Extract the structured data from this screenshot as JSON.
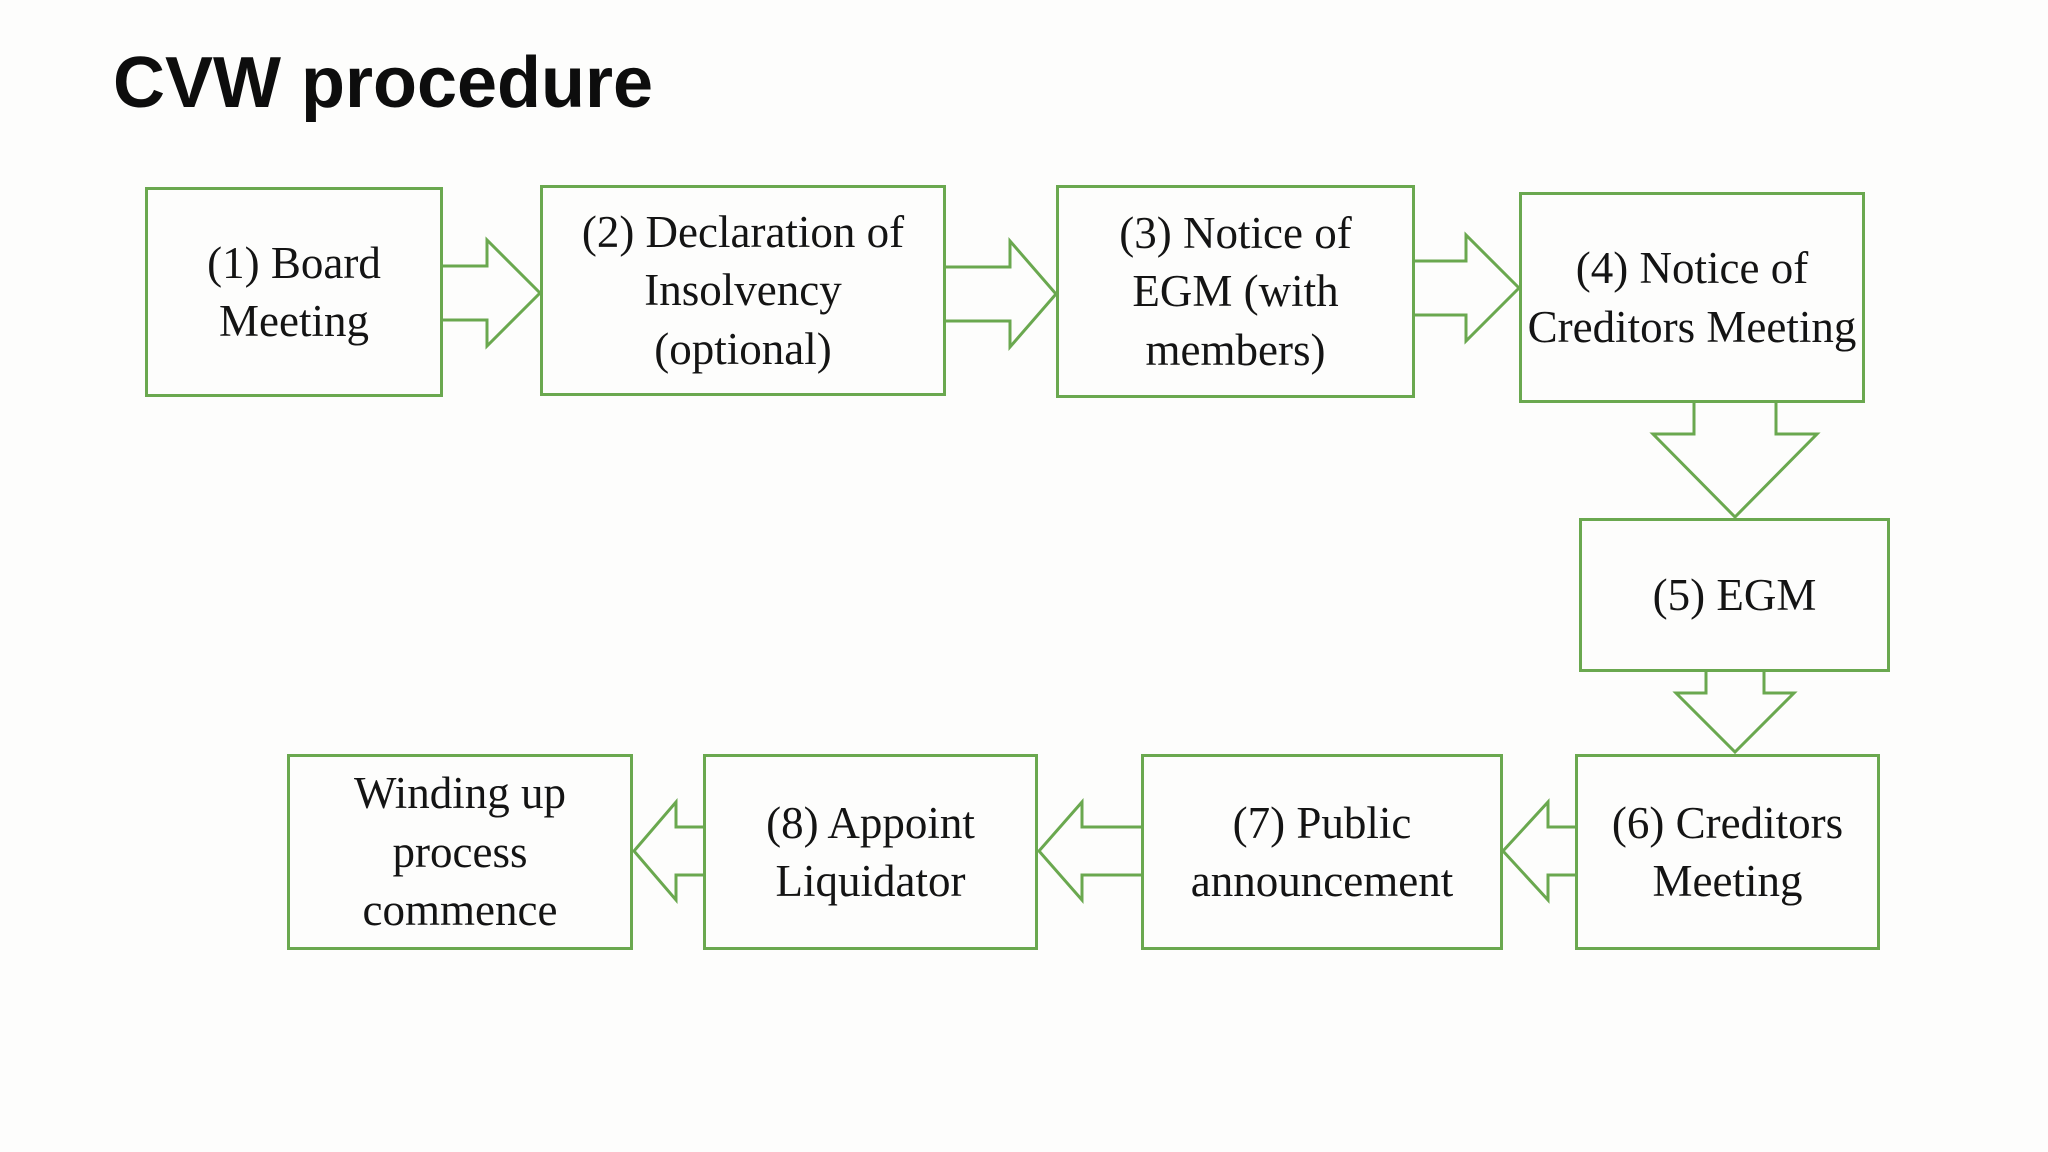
{
  "title": "CVW procedure",
  "colors": {
    "accent_green": "#6aa84f",
    "background": "#fdfdfc",
    "text_color": "#141414"
  },
  "diagram": {
    "boxes": [
      {
        "label": "(1) Board\nMeeting"
      },
      {
        "label": "(2) Declaration of\nInsolvency\n(optional)"
      },
      {
        "label": "(3) Notice of\nEGM (with\nmembers)"
      },
      {
        "label": "(4) Notice of\nCreditors Meeting"
      },
      {
        "label": "(5) EGM"
      },
      {
        "label": "(6) Creditors\nMeeting"
      },
      {
        "label": "(7) Public\nannouncement"
      },
      {
        "label": "(8) Appoint\nLiquidator"
      },
      {
        "label": "Winding up\nprocess\ncommence"
      }
    ],
    "flow": [
      {
        "from": "(1) Board Meeting",
        "to": "(2) Declaration of Insolvency (optional)",
        "direction": "right"
      },
      {
        "from": "(2) Declaration of Insolvency (optional)",
        "to": "(3) Notice of EGM (with members)",
        "direction": "right"
      },
      {
        "from": "(3) Notice of EGM (with members)",
        "to": "(4) Notice of Creditors Meeting",
        "direction": "right"
      },
      {
        "from": "(4) Notice of Creditors Meeting",
        "to": "(5) EGM",
        "direction": "down"
      },
      {
        "from": "(5) EGM",
        "to": "(6) Creditors Meeting",
        "direction": "down"
      },
      {
        "from": "(6) Creditors Meeting",
        "to": "(7) Public announcement",
        "direction": "left"
      },
      {
        "from": "(7) Public announcement",
        "to": "(8) Appoint Liquidator",
        "direction": "left"
      },
      {
        "from": "(8) Appoint Liquidator",
        "to": "Winding up process commence",
        "direction": "left"
      }
    ]
  }
}
